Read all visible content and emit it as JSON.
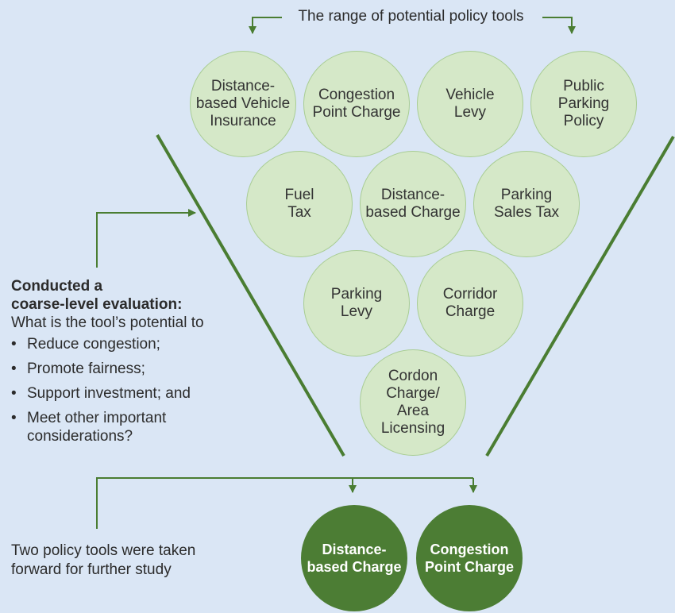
{
  "header": {
    "title": "The range of potential policy tools"
  },
  "tools": [
    {
      "label": "Distance-\nbased Vehicle\nInsurance"
    },
    {
      "label": "Congestion\nPoint Charge"
    },
    {
      "label": "Vehicle\nLevy"
    },
    {
      "label": "Public\nParking\nPolicy"
    },
    {
      "label": "Fuel\nTax"
    },
    {
      "label": "Distance-\nbased Charge"
    },
    {
      "label": "Parking\nSales Tax"
    },
    {
      "label": "Parking\nLevy"
    },
    {
      "label": "Corridor\nCharge"
    },
    {
      "label": "Cordon\nCharge/\nArea\nLicensing"
    }
  ],
  "evaluation": {
    "heading_line1": "Conducted a",
    "heading_line2": "coarse-level evaluation:",
    "question": "What is the tool’s potential to",
    "bullets": [
      "Reduce congestion;",
      "Promote fairness;",
      "Support investment; and",
      "Meet other important considerations?"
    ]
  },
  "outcome": {
    "text_line1": "Two policy tools were taken",
    "text_line2": "forward for further study",
    "selected": [
      {
        "label": "Distance-\nbased Charge"
      },
      {
        "label": "Congestion\nPoint Charge"
      }
    ]
  },
  "colors": {
    "background": "#dae6f5",
    "circle_fill": "#d5e8c8",
    "circle_border": "#a9cd94",
    "selected_fill": "#4c7d34",
    "line": "#4a7d32"
  }
}
